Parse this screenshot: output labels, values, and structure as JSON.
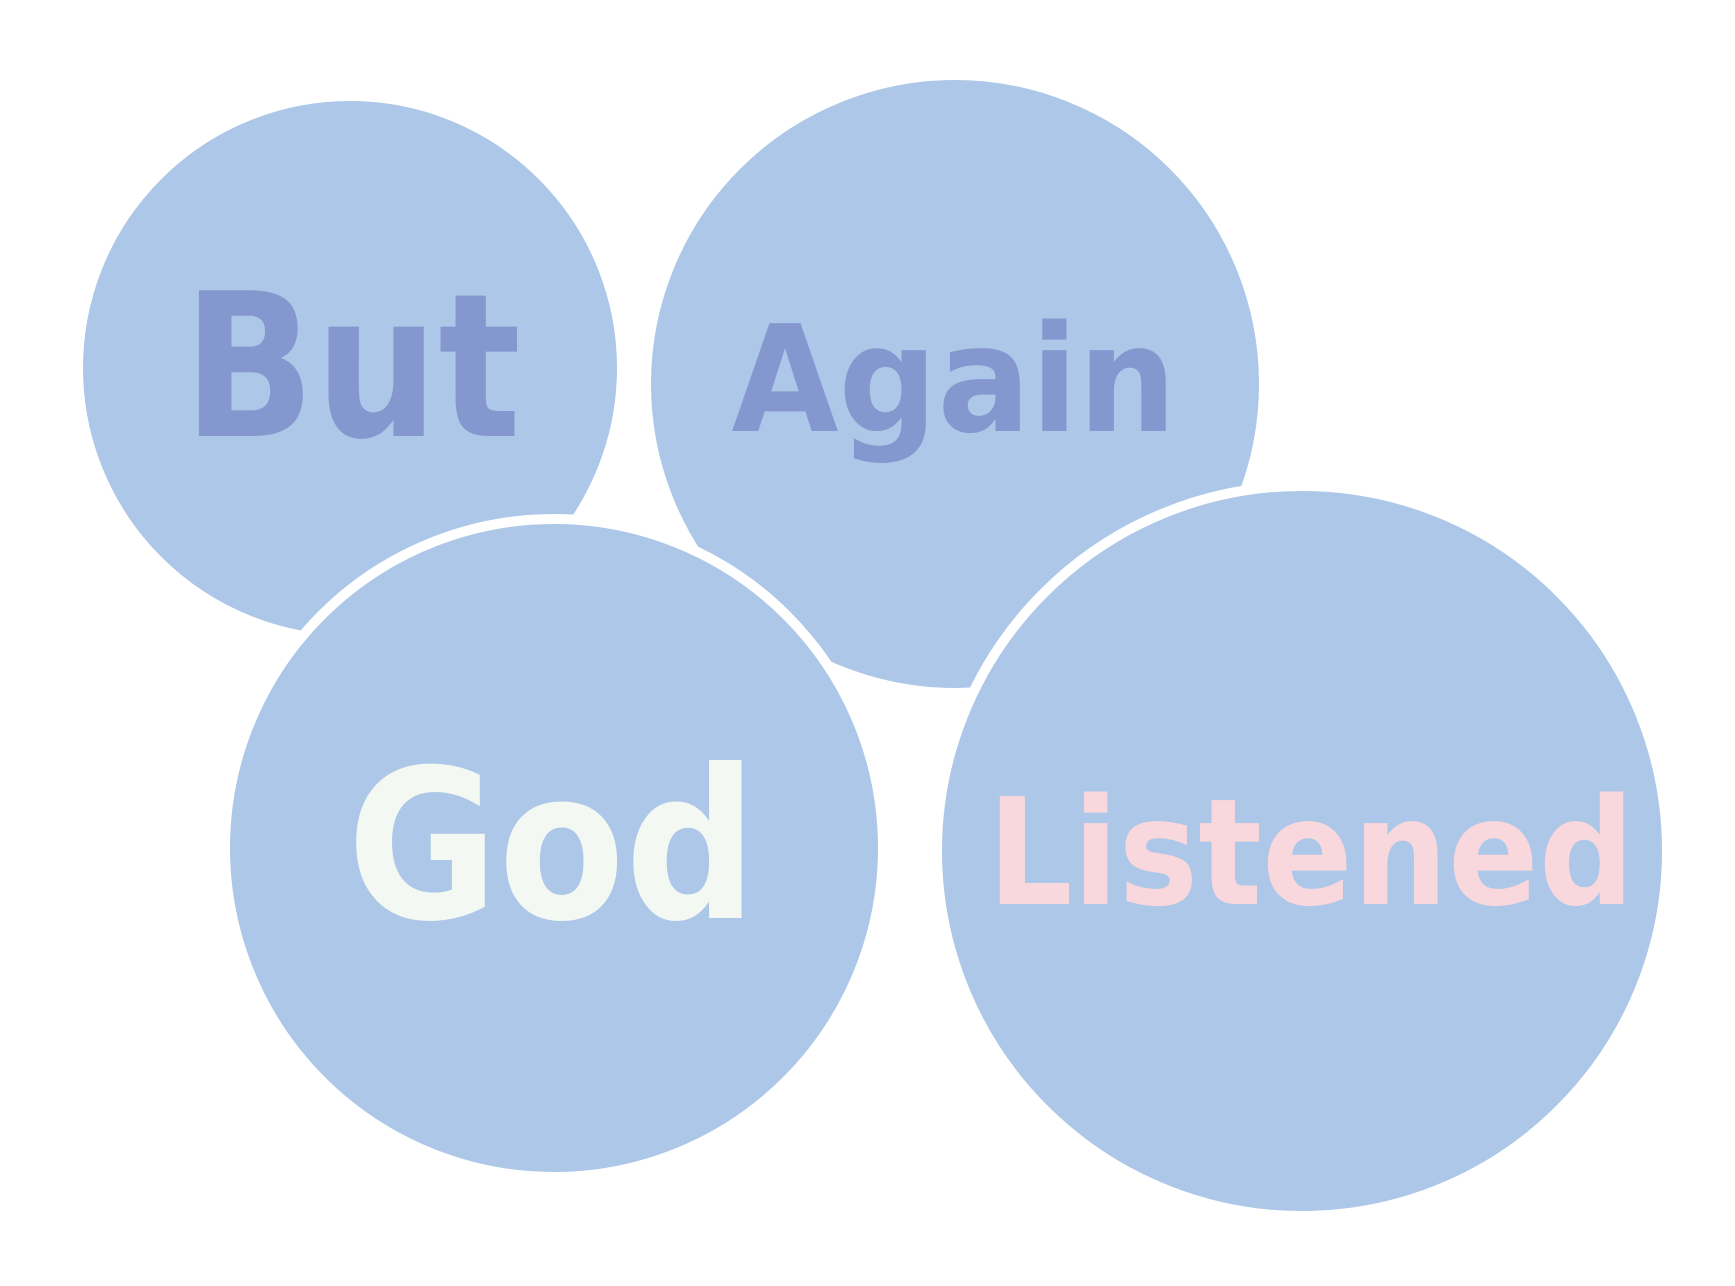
{
  "words": {
    "but": "But",
    "again": "Again",
    "god": "God",
    "listened": "Listened"
  },
  "colors": {
    "background": "#ffffff",
    "bubble_fill": "#acc7e7",
    "bubble_gap": "#ffffff",
    "word_blue": "#8498cf",
    "word_cream": "#f4f8f3",
    "word_pink": "#f8d7dd"
  }
}
